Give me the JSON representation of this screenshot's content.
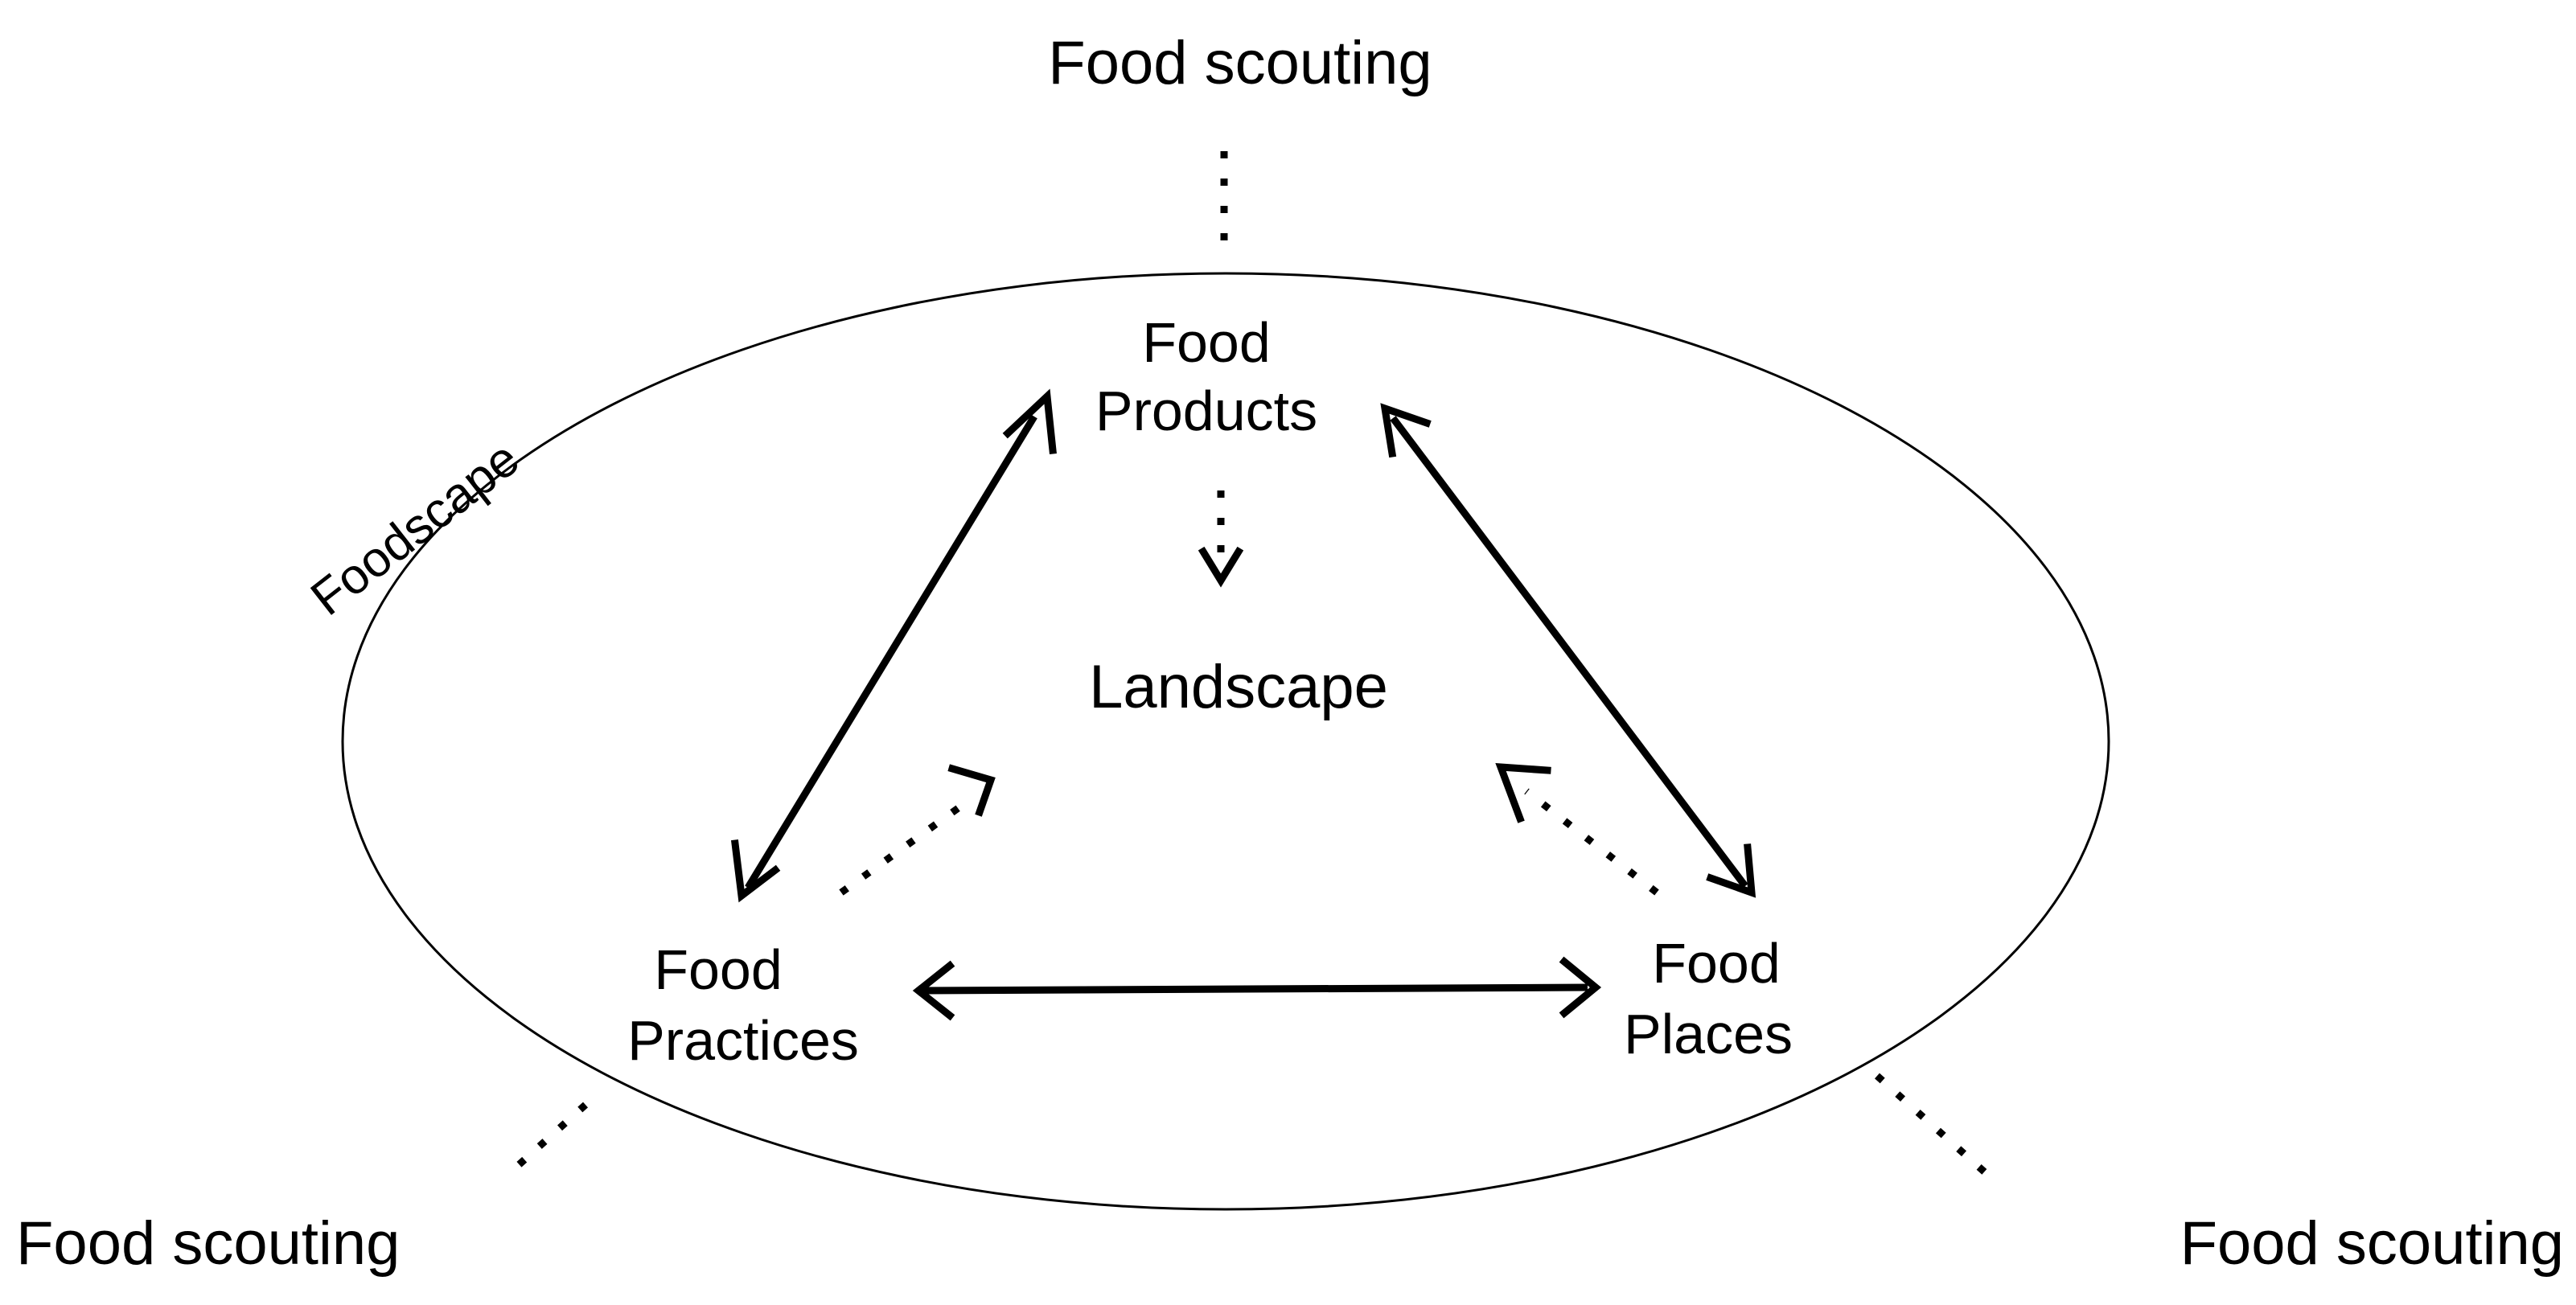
{
  "diagram": {
    "outer_labels": {
      "top": "Food scouting",
      "bottom_left": "Food scouting",
      "bottom_right": "Food scouting"
    },
    "foodscape_label": "Foodscape",
    "nodes": {
      "products": {
        "line1": "Food",
        "line2": "Products"
      },
      "practices": {
        "line1": "Food",
        "line2": "Practices"
      },
      "places": {
        "line1": "Food",
        "line2": "Places"
      },
      "landscape": "Landscape"
    },
    "colors": {
      "ink": "#000000",
      "background": "#ffffff"
    }
  }
}
